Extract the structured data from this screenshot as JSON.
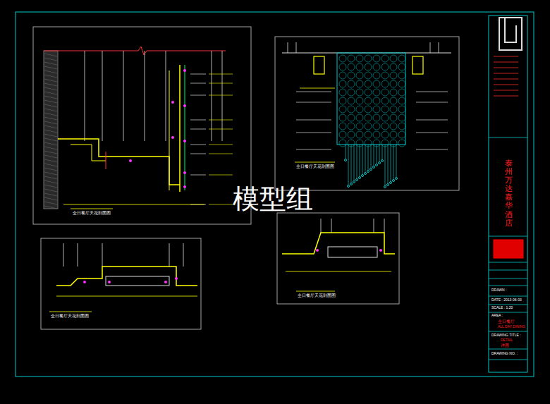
{
  "diagram": {
    "labels": [
      "模型组",
      "全日餐厅天花剖面图",
      "全日餐厅天花剖面图",
      "全日餐厅天花剖面图",
      "全日餐厅天花剖面图",
      "泰州万达嘉华酒店",
      "DATE : 2013-06-03",
      "SCALE : 1:20",
      "AREA :",
      "全日餐厅",
      "ALL DAY DINING",
      "DRAWING TITLE :",
      "DETAIL",
      "详图",
      "DRAWING NO. :",
      "DRAWN :"
    ]
  }
}
